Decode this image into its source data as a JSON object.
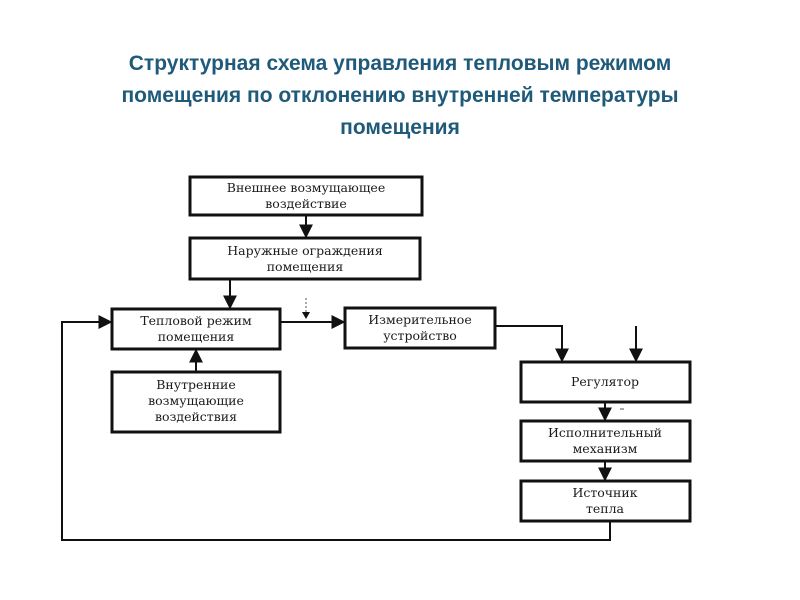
{
  "title": {
    "line1": "Структурная схема управления тепловым режимом",
    "line2": "помещения по отклонению внутренней температуры",
    "line3": "помещения"
  },
  "blocks": {
    "external": {
      "line1": "Внешнее возмущающее",
      "line2": "воздействие"
    },
    "fences": {
      "line1": "Наружные ограждения",
      "line2": "помещения"
    },
    "thermal": {
      "line1": "Тепловой режим",
      "line2": "помещения"
    },
    "internal": {
      "line1": "Внутренние",
      "line2": "возмущающие",
      "line3": "воздействия"
    },
    "measuring": {
      "line1": "Измерительное",
      "line2": "устройство"
    },
    "regulator": {
      "line1": "Регулятор"
    },
    "actuator": {
      "line1": "Исполнительный",
      "line2": "механизм"
    },
    "heat_source": {
      "line1": "Источник",
      "line2": "тепла"
    }
  },
  "colors": {
    "title": "#1f5a7a",
    "lines": "#111111"
  }
}
